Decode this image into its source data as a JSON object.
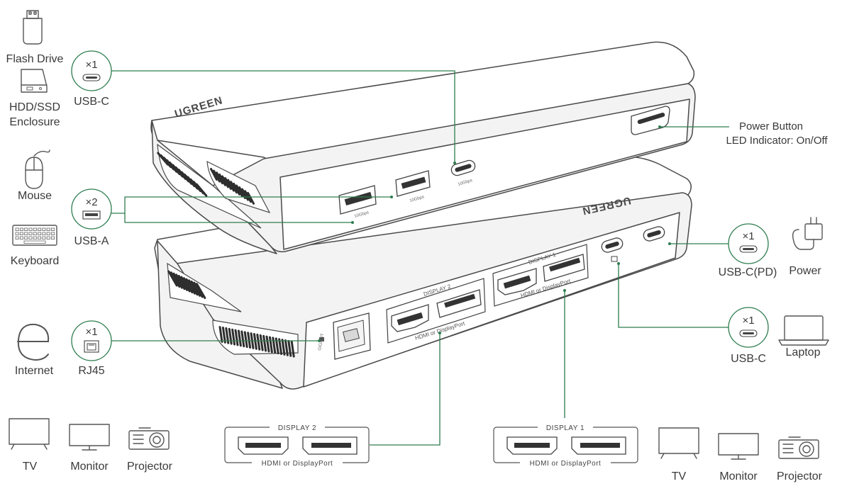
{
  "brand": "UGREEN",
  "accent_color": "#2e7d4f",
  "peripherals_left": [
    {
      "label": "Flash Drive",
      "icon": "flash-drive-icon"
    },
    {
      "label": "HDD/SSD",
      "label2": "Enclosure",
      "icon": "hdd-enclosure-icon"
    },
    {
      "label": "Mouse",
      "icon": "mouse-icon"
    },
    {
      "label": "Keyboard",
      "icon": "keyboard-icon"
    },
    {
      "label": "Internet",
      "icon": "internet-icon"
    }
  ],
  "peripherals_right": [
    {
      "label": "Power",
      "icon": "power-adapter-icon"
    },
    {
      "label": "Laptop",
      "icon": "laptop-icon"
    }
  ],
  "callouts": [
    {
      "count": "×1",
      "label": "USB-C",
      "icon": "usb-c-port-icon"
    },
    {
      "count": "×2",
      "label": "USB-A",
      "icon": "usb-a-port-icon"
    },
    {
      "count": "×1",
      "label": "RJ45",
      "icon": "rj45-port-icon"
    },
    {
      "count": "×1",
      "label": "USB-C(PD)",
      "icon": "usb-c-port-icon"
    },
    {
      "count": "×1",
      "label": "USB-C",
      "icon": "usb-c-port-icon"
    }
  ],
  "power_button": {
    "line1": "Power Button",
    "line2": "LED Indicator: On/Off"
  },
  "port_speed": "10Gbps",
  "hub_labels": {
    "display1": "DISPLAY 1",
    "display2": "DISPLAY 2",
    "hdmi_dp": "HDMI or DisplayPort",
    "gigabit": "GIGABIT"
  },
  "display_panels": [
    {
      "title": "DISPLAY 2",
      "subtitle": "HDMI or DisplayPort"
    },
    {
      "title": "DISPLAY 1",
      "subtitle": "HDMI or DisplayPort"
    }
  ],
  "displays_left": [
    {
      "label": "TV",
      "icon": "tv-icon"
    },
    {
      "label": "Monitor",
      "icon": "monitor-icon"
    },
    {
      "label": "Projector",
      "icon": "projector-icon"
    }
  ],
  "displays_right": [
    {
      "label": "TV",
      "icon": "tv-icon"
    },
    {
      "label": "Monitor",
      "icon": "monitor-icon"
    },
    {
      "label": "Projector",
      "icon": "projector-icon"
    }
  ]
}
